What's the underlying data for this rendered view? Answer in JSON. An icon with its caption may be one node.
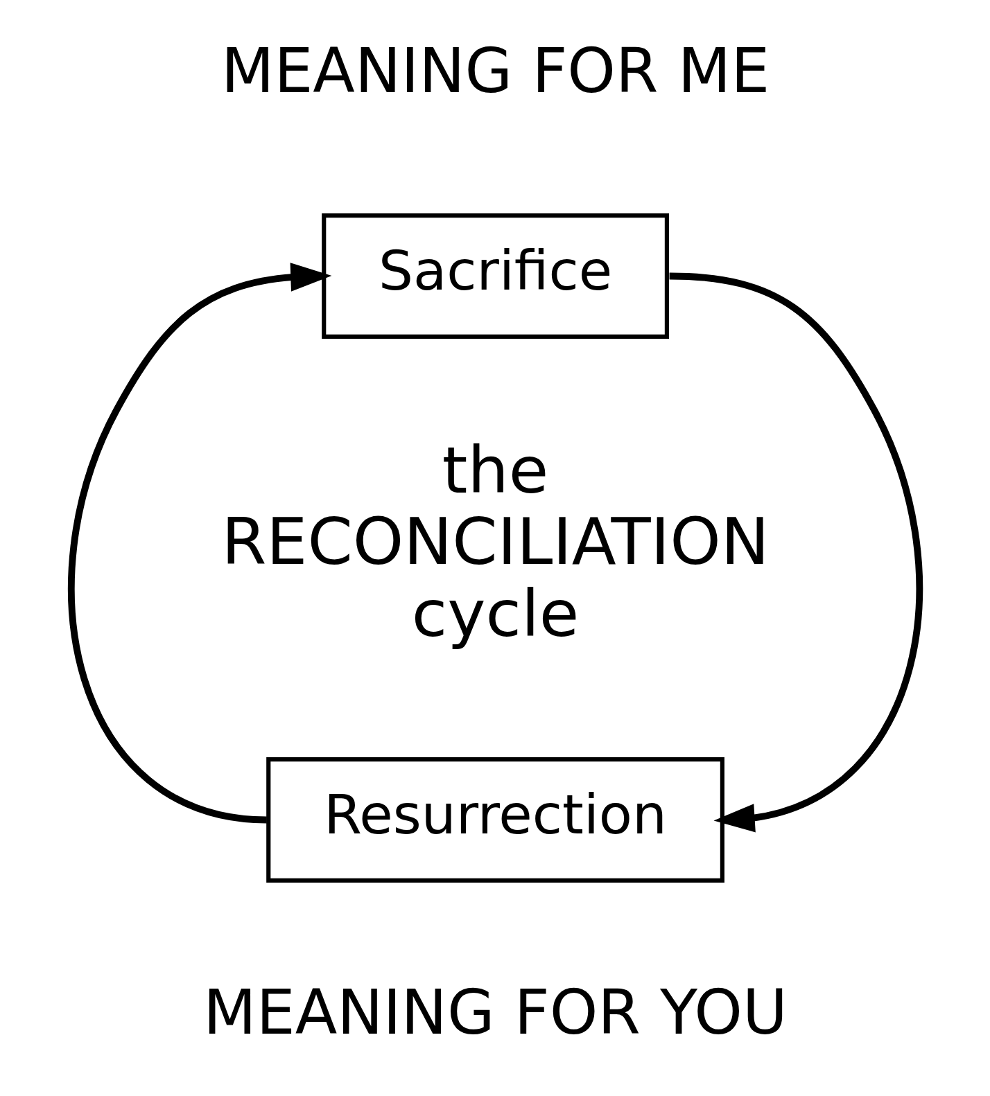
{
  "diagram": {
    "nodes": [
      {
        "text": [
          "Sacrifice"
        ]
      },
      {
        "text": [
          "Resurrection"
        ]
      }
    ],
    "edges": [
      {
        "from": 0,
        "to": 1,
        "arrow": "to"
      },
      {
        "from": 1,
        "to": 0,
        "arrow": "to"
      }
    ],
    "labels": [
      "MEANING FOR ME",
      "the RECONCILIATION cycle",
      "MEANING FOR YOU"
    ]
  }
}
